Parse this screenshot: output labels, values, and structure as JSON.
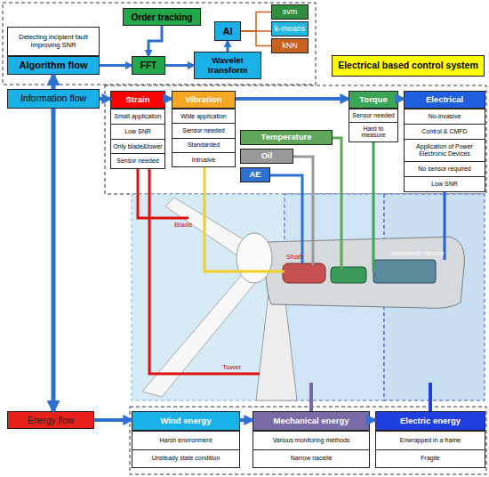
{
  "diagram": {
    "nodes": [
      {
        "text": [
          "Detecting incipient fault",
          "Improving SNR"
        ]
      },
      {
        "text": [
          "Algorithm flow"
        ]
      },
      {
        "text": [
          "Order tracking"
        ]
      },
      {
        "text": [
          "FFT"
        ]
      },
      {
        "text": [
          "AI"
        ]
      },
      {
        "text": [
          "Wavelet transform"
        ]
      },
      {
        "text": [
          "svm"
        ]
      },
      {
        "text": [
          "k-means"
        ]
      },
      {
        "text": [
          "kNN"
        ]
      },
      {
        "text": [
          "Electrical based control system"
        ]
      },
      {
        "text": [
          "Information flow"
        ]
      },
      {
        "text": [
          "Strain",
          "Small application",
          "Low SNR",
          "Only blade&tower",
          "Sensor needed"
        ]
      },
      {
        "text": [
          "Vibration",
          "Wide application",
          "Sensor needed",
          "Standarded",
          "Intrusive"
        ]
      },
      {
        "text": [
          "Temperature"
        ]
      },
      {
        "text": [
          "Oil"
        ]
      },
      {
        "text": [
          "AE"
        ]
      },
      {
        "text": [
          "Torque",
          "Sensor needed",
          "Hard to measure"
        ]
      },
      {
        "text": [
          "Electrical",
          "No-invasive",
          "Control & CMFD",
          "Application of Power Electronic Devices",
          "No sensor required",
          "Low SNR"
        ]
      },
      {
        "text": [
          "Energy flow"
        ]
      },
      {
        "text": [
          "Wind energy",
          "Harsh environment",
          "Unsteady state condition"
        ]
      },
      {
        "text": [
          "Mechanical energy",
          "Various monitoring methods",
          "Narrow nacelle"
        ]
      },
      {
        "text": [
          "Electric energy",
          "Enwrapped in a frame",
          "Fragile"
        ]
      }
    ],
    "edges": [
      {
        "from": 10,
        "to": 1,
        "arrow": "to"
      },
      {
        "from": 10,
        "to": 18,
        "arrow": "to"
      },
      {
        "from": 10,
        "to": 11,
        "arrow": "to"
      },
      {
        "from": 1,
        "to": 3,
        "arrow": "to"
      },
      {
        "from": 2,
        "to": 3,
        "arrow": "to"
      },
      {
        "from": 3,
        "to": 5,
        "arrow": "to"
      },
      {
        "from": 5,
        "to": 4,
        "arrow": "to"
      },
      {
        "from": 4,
        "to": 6,
        "arrow": "none"
      },
      {
        "from": 4,
        "to": 7,
        "arrow": "none"
      },
      {
        "from": 4,
        "to": 8,
        "arrow": "none"
      },
      {
        "from": 11,
        "to": 12,
        "arrow": "to"
      },
      {
        "from": 12,
        "to": 16,
        "arrow": "to"
      },
      {
        "from": 16,
        "to": 17,
        "arrow": "to"
      },
      {
        "from": 18,
        "to": 19,
        "arrow": "to"
      },
      {
        "from": 19,
        "to": 20,
        "arrow": "to"
      },
      {
        "from": 20,
        "to": 21,
        "arrow": "to"
      }
    ],
    "labels": [
      "Blade",
      "Tower",
      "Shaft",
      "electronic device"
    ]
  }
}
